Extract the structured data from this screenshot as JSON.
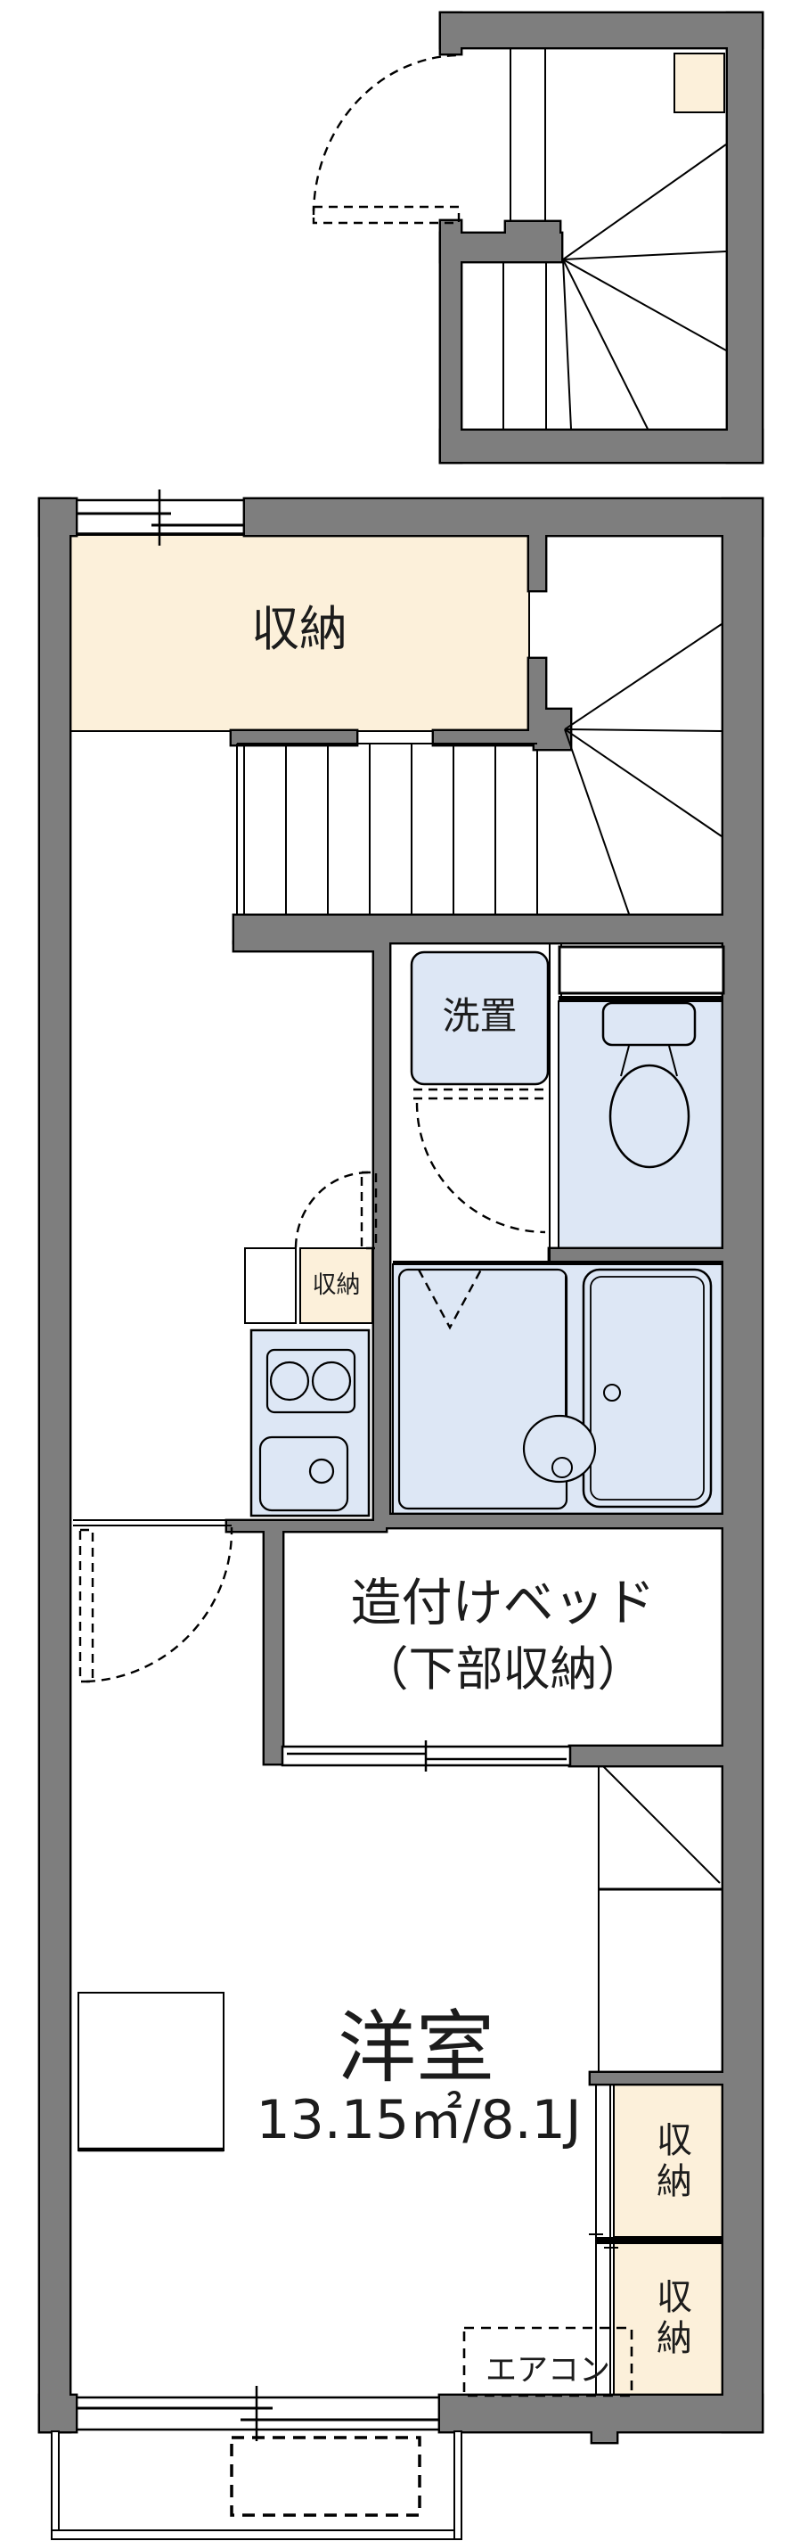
{
  "colors": {
    "wall": "#7e7e7e",
    "storage": "#fcf0da",
    "fixture": "#dde7f5",
    "text": "#1c1c1c"
  },
  "rooms": {
    "storage_room": {
      "label": "収納"
    },
    "laundry": {
      "label": "洗置"
    },
    "kitchen_storage": {
      "label": "収納"
    },
    "built_in_bed": {
      "label_line1": "造付けベッド",
      "label_line2": "（下部収納）"
    },
    "western_room": {
      "name": "洋室",
      "area": "13.15㎡/8.1J"
    },
    "closet_upper": {
      "label": "収納"
    },
    "closet_lower": {
      "label": "収納"
    },
    "aircon": {
      "label": "エアコン"
    }
  }
}
